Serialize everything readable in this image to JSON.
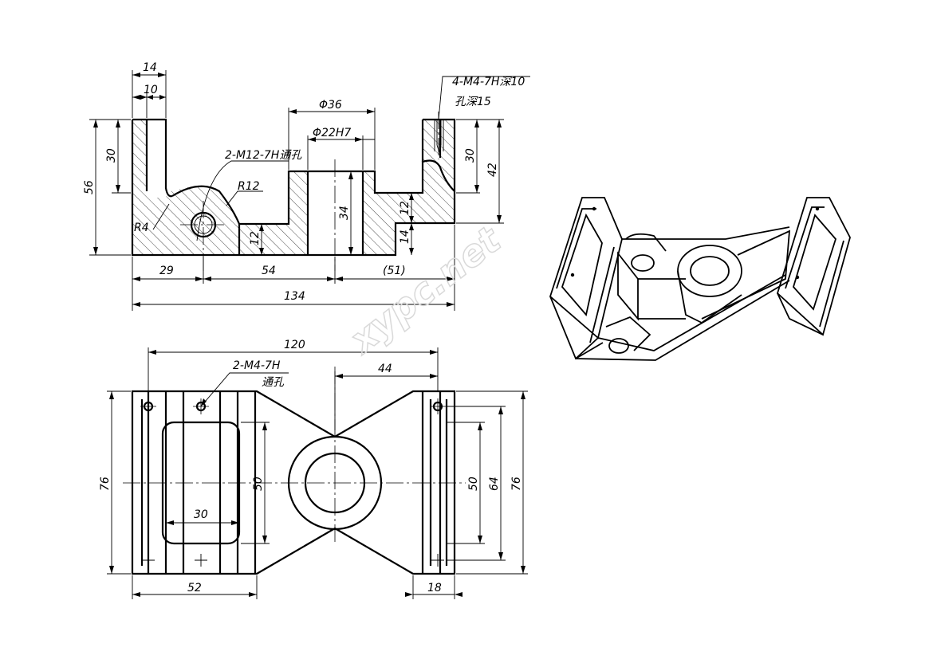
{
  "front_view": {
    "dimensions": {
      "width_top_left": "14",
      "slot_width": "10",
      "height_left_slot": "30",
      "overall_height": "56",
      "bore_outer_dia": "Φ36",
      "bore_dia": "Φ22H7",
      "bore_height": "34",
      "right_height_slot": "30",
      "right_height": "42",
      "step_12_right": "12",
      "step_14_right": "14",
      "step_12_left": "12",
      "fillet_small": "R4",
      "fillet_large": "R12",
      "dist_29": "29",
      "dist_54": "54",
      "dist_51_ref": "(51)",
      "overall_length": "134"
    },
    "notes": {
      "threaded_hole_top": "4-M4-7H深10",
      "threaded_hole_top_line2": "孔深15",
      "threaded_hole_side": "2-M12-7H通孔"
    }
  },
  "top_view": {
    "dimensions": {
      "hole_spacing": "120",
      "half_width_right": "44",
      "overall_width_left": "76",
      "slot_length": "50",
      "slot_width": "30",
      "left_length": "52",
      "right_inner_50": "50",
      "right_64": "64",
      "right_76": "76",
      "right_tab": "18"
    },
    "notes": {
      "threaded_hole": "2-M4-7H",
      "threaded_hole_line2": "通孔"
    }
  },
  "watermark": "xypc.net"
}
